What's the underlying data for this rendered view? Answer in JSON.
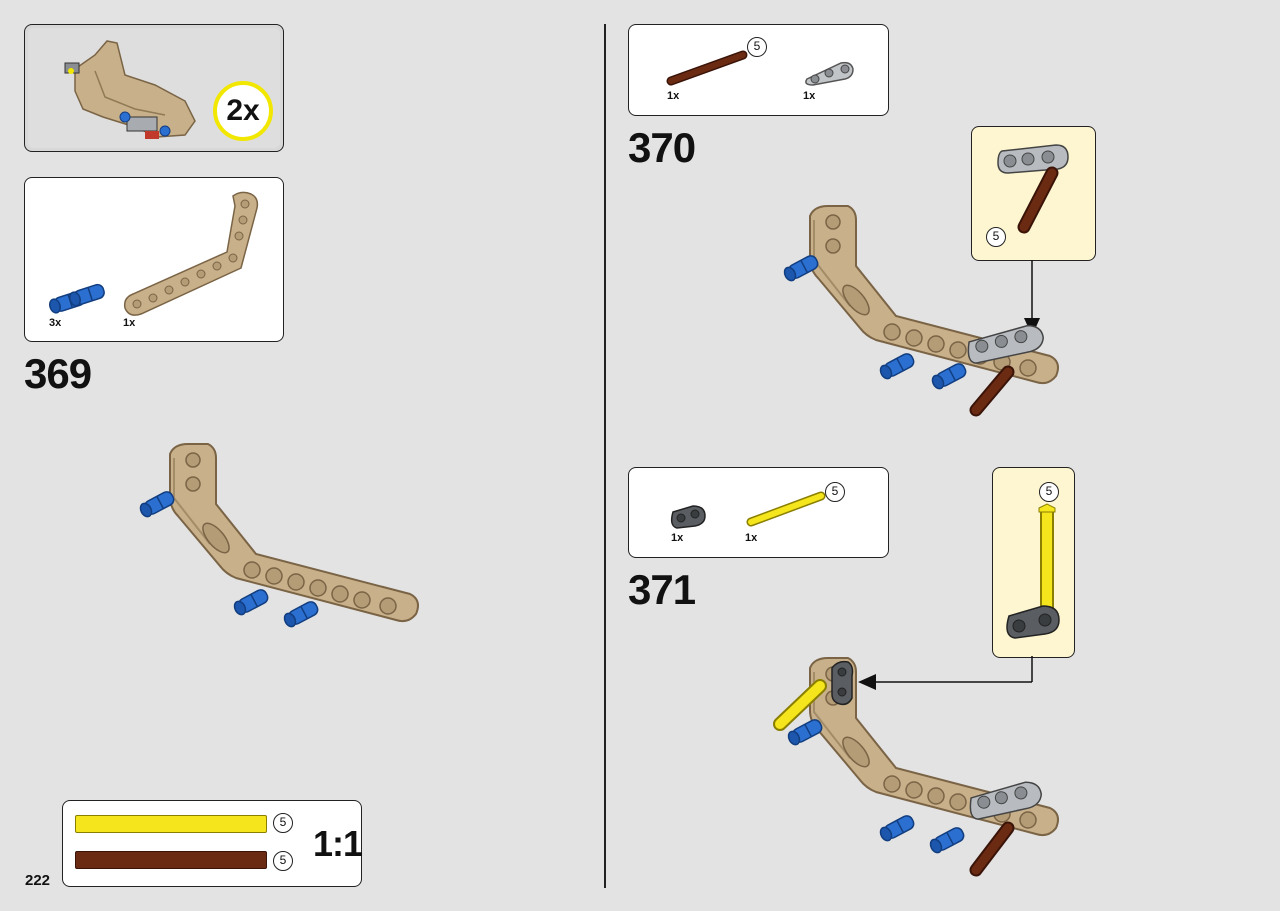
{
  "page": {
    "number": "222"
  },
  "sub_assembly": {
    "multiplier": "2x"
  },
  "steps": [
    {
      "number": "369",
      "parts": [
        {
          "qty": "3x"
        },
        {
          "qty": "1x"
        }
      ]
    },
    {
      "number": "370",
      "parts": [
        {
          "qty": "1x",
          "length": "5"
        },
        {
          "qty": "1x"
        }
      ],
      "callout_length": "5"
    },
    {
      "number": "371",
      "parts": [
        {
          "qty": "1x"
        },
        {
          "qty": "1x",
          "length": "5"
        }
      ],
      "callout_length": "5"
    }
  ],
  "scale_guide": {
    "ratio": "1:1",
    "axles": [
      {
        "length": "5",
        "color": "#f5e51c"
      },
      {
        "length": "5",
        "color": "#6b2a12"
      }
    ]
  },
  "colors": {
    "tan": "#c8b08a",
    "tan_dark": "#7a6445",
    "blue": "#2b6fd0",
    "brown": "#6b2a12",
    "yellow": "#f5e51c",
    "grey": "#a8acb0",
    "dark_grey": "#5a5e62",
    "highlight_ring": "#f2e700"
  }
}
